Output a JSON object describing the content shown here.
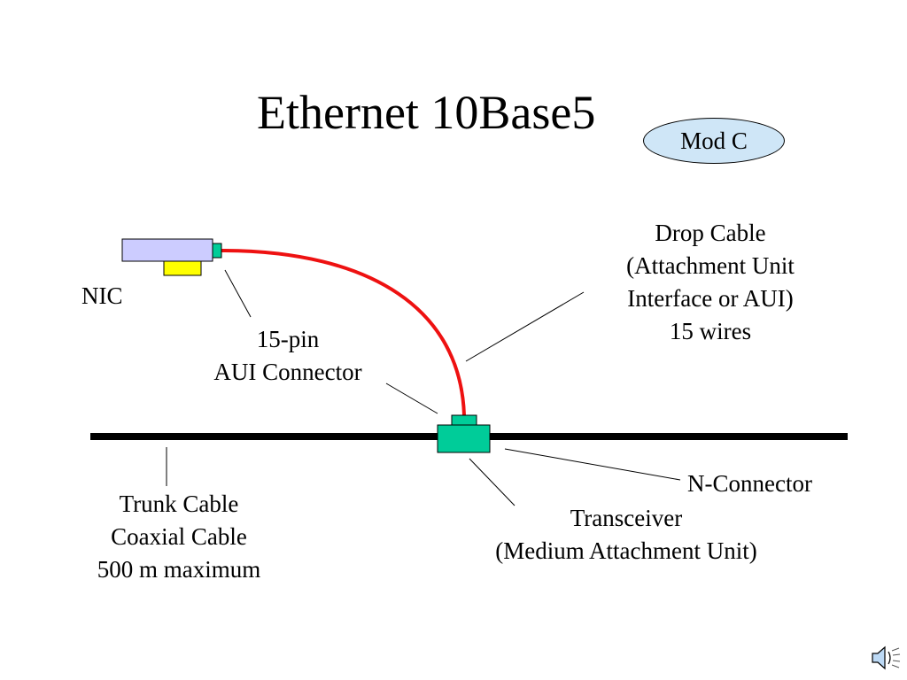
{
  "slide": {
    "title": "Ethernet 10Base5",
    "badge": "Mod C"
  },
  "labels": {
    "nic": "NIC",
    "aui_connector": [
      "15-pin",
      "AUI Connector"
    ],
    "drop_cable": [
      "Drop Cable",
      "(Attachment Unit",
      "Interface or AUI)",
      "15 wires"
    ],
    "n_connector": "N-Connector",
    "transceiver": [
      "Transceiver",
      "(Medium Attachment Unit)"
    ],
    "trunk_cable": [
      "Trunk Cable",
      "Coaxial Cable",
      "500 m maximum"
    ]
  },
  "colors": {
    "nic_body": "#ccccff",
    "nic_chip": "#ffff00",
    "connector": "#00cc99",
    "drop_cable": "#ee1111",
    "trunk": "#000000",
    "badge_fill": "#cfe6f7"
  },
  "icons": {
    "audio": "speaker-icon"
  }
}
